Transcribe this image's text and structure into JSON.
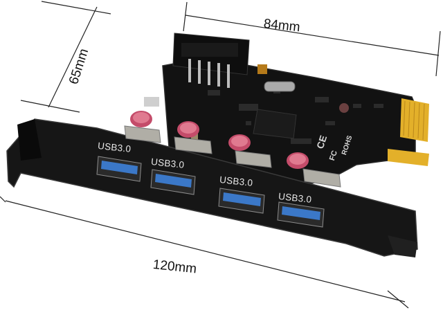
{
  "dimensions": {
    "width": "84mm",
    "height": "65mm",
    "length": "120mm"
  },
  "ports": [
    {
      "label": "USB3.0"
    },
    {
      "label": "USB3.0"
    },
    {
      "label": "USB3.0"
    },
    {
      "label": "USB3.0"
    }
  ],
  "board_marks": {
    "ce": "CE",
    "fc": "FC",
    "rohs": "ROHS"
  },
  "colors": {
    "pcb": "#111111",
    "bracket": "#161616",
    "usb_port": "#3b78c8",
    "gold_finger": "#e3b02a",
    "dimension_line": "#222222"
  }
}
